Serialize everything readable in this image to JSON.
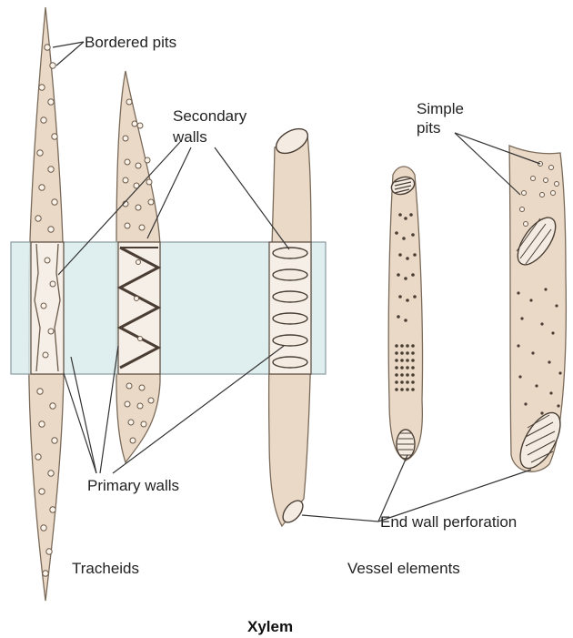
{
  "labels": {
    "bordered_pits": "Bordered pits",
    "secondary_walls_line1": "Secondary",
    "secondary_walls_line2": "walls",
    "simple_pits_line1": "Simple",
    "simple_pits_line2": "pits",
    "primary_walls": "Primary walls",
    "end_wall_perforation": "End wall perforation",
    "tracheids": "Tracheids",
    "vessel_elements": "Vessel elements",
    "xylem": "Xylem"
  },
  "colors": {
    "cell_wall": "#ead9c6",
    "cutaway_band": "#d9ebeb",
    "text": "#222222"
  }
}
